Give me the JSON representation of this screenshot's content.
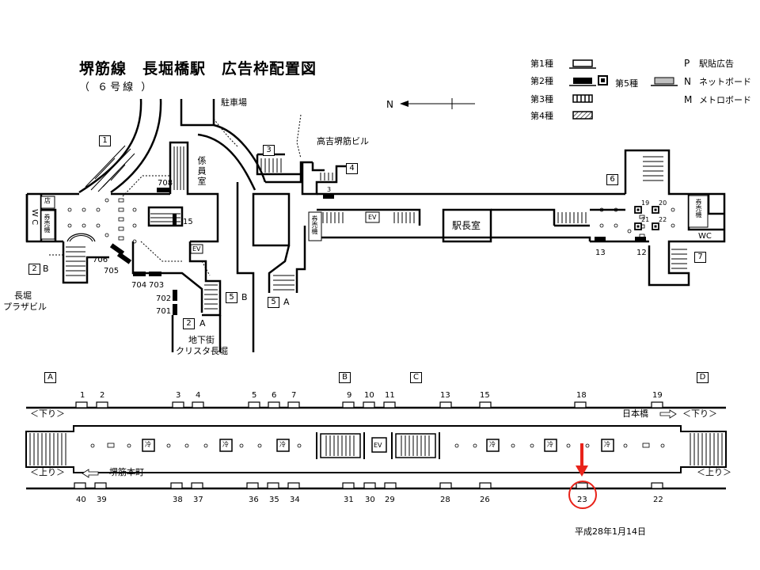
{
  "header": {
    "title": "堺筋線　長堀橋駅　広告枠配置図",
    "subtitle": "（ ６号線 ）",
    "north": "N"
  },
  "legend": {
    "type1": "第1種",
    "type2": "第2種",
    "type3": "第3種",
    "type4": "第4種",
    "type5": "第5種",
    "p_key": "P",
    "p_label": "駅貼広告",
    "n_key": "N",
    "n_label": "ネットボード",
    "m_key": "M",
    "m_label": "メトロボード"
  },
  "concourse": {
    "parking": "駐車場",
    "building": "高吉堺筋ビル",
    "plaza_line1": "長堀",
    "plaza_line2": "プラザビル",
    "underground_line1": "地下街",
    "underground_line2": "クリスタ長堀",
    "staff_room": "係員室",
    "station_master": "駅長室",
    "ticket_machine": "券売機",
    "ev": "EV",
    "wc": "WC",
    "wc_vertical": "W C",
    "shop": "店",
    "exits": [
      "1",
      "2",
      "B",
      "2",
      "A",
      "3",
      "4",
      "5",
      "A",
      "5",
      "B",
      "6",
      "7"
    ],
    "ads": [
      "708",
      "15",
      "706",
      "705",
      "704",
      "703",
      "702",
      "701",
      "3",
      "19",
      "20",
      "21",
      "22",
      "13",
      "12"
    ]
  },
  "platform": {
    "sections": [
      "A",
      "B",
      "C",
      "D"
    ],
    "down_label": "＜下り＞",
    "up_label": "＜上り＞",
    "nihonbashi": "日本橋",
    "sakaisuji": "堺筋本町",
    "top_numbers": [
      "1",
      "2",
      "3",
      "4",
      "5",
      "6",
      "7",
      "9",
      "10",
      "11",
      "13",
      "15",
      "18",
      "19"
    ],
    "bottom_numbers": [
      "40",
      "39",
      "38",
      "37",
      "36",
      "35",
      "34",
      "31",
      "30",
      "29",
      "28",
      "26",
      "23",
      "22"
    ],
    "platform_ev": "EV",
    "ice_mark": "冷",
    "highlight": "23"
  },
  "footer": {
    "date": "平成28年1月14日"
  },
  "colors": {
    "line": "#000000",
    "highlight": "#e8231a"
  }
}
